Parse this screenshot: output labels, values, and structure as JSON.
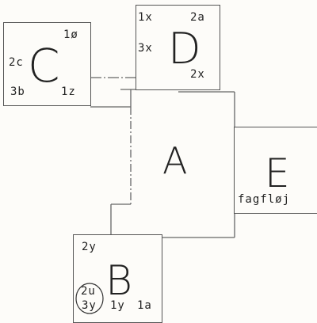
{
  "rooms": {
    "c": {
      "letter": "C",
      "codes": {
        "top_right": "1ø",
        "left": "2c",
        "bottom_left": "3b",
        "bottom_right": "1z"
      }
    },
    "d": {
      "letter": "D",
      "codes": {
        "top_left": "1x",
        "top_right": "2a",
        "left": "3x",
        "bottom_right": "2x"
      }
    },
    "a": {
      "letter": "A"
    },
    "e": {
      "letter": "E",
      "caption": "fagfløj"
    },
    "b": {
      "letter": "B",
      "codes": {
        "top_left": "2y",
        "circled": "2u",
        "bottom_1": "3y",
        "bottom_2": "1y",
        "bottom_3": "1a"
      }
    }
  },
  "colors": {
    "ink": "#222222",
    "line": "#555555",
    "paper": "#fdfcf9"
  }
}
